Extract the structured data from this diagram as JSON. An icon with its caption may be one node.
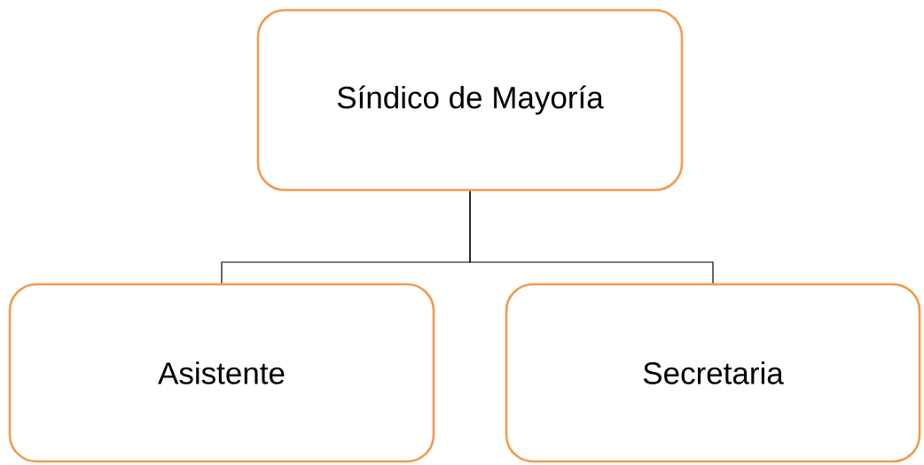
{
  "diagram": {
    "nodes": [
      {
        "text": [
          "Síndico de Mayoría"
        ]
      },
      {
        "text": [
          "Asistente"
        ]
      },
      {
        "text": [
          "Secretaria"
        ]
      }
    ],
    "edges": [
      {
        "from": 0,
        "to": 1,
        "arrow": "none"
      },
      {
        "from": 0,
        "to": 2,
        "arrow": "none"
      }
    ]
  }
}
